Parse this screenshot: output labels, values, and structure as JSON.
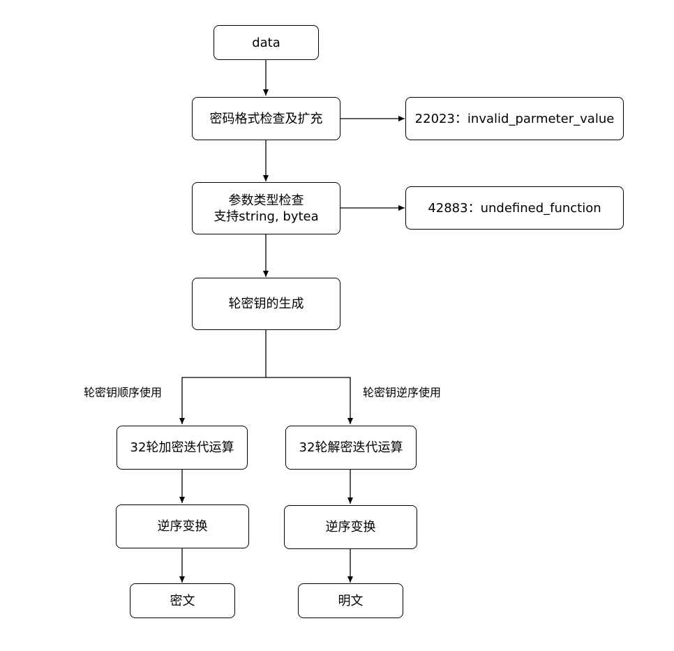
{
  "nodes": {
    "data": "data",
    "format_check": "密码格式检查及扩充",
    "error_invalid": "22023：invalid_parmeter_value",
    "type_check_line1": "参数类型检查",
    "type_check_line2": "支持string, bytea",
    "error_undefined": "42883：undefined_function",
    "key_gen": "轮密钥的生成",
    "encrypt_rounds": "32轮加密迭代运算",
    "decrypt_rounds": "32轮解密迭代运算",
    "encrypt_reverse": "逆序变换",
    "decrypt_reverse": "逆序变换",
    "ciphertext": "密文",
    "plaintext": "明文"
  },
  "edge_labels": {
    "forward_key_order": "轮密钥顺序使用",
    "reverse_key_order": "轮密钥逆序使用"
  }
}
